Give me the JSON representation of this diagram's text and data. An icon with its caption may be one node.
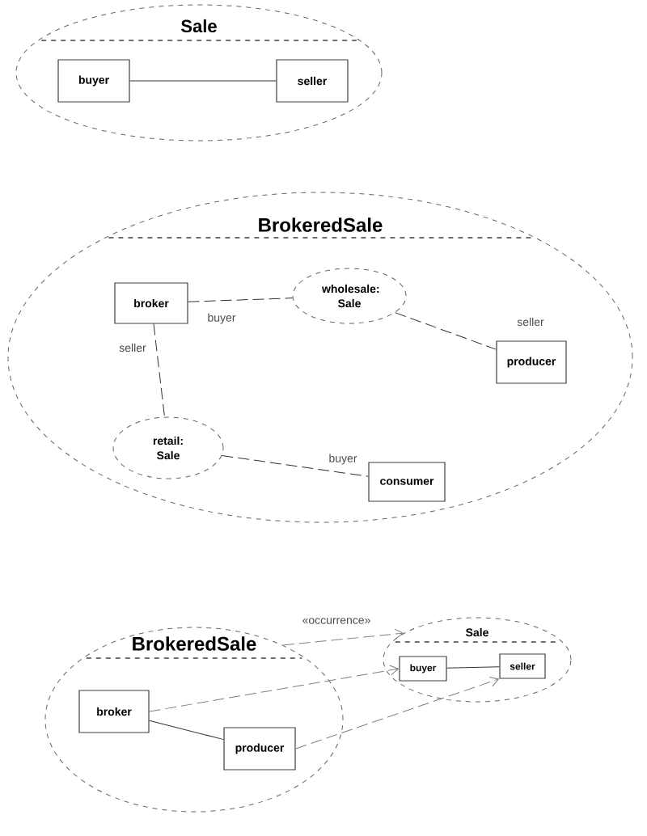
{
  "diagram": {
    "nodes": [
      {
        "text": [
          "Sale"
        ]
      },
      {
        "text": [
          "buyer"
        ],
        "in": 0
      },
      {
        "text": [
          "seller"
        ],
        "in": 0
      },
      {
        "text": [
          "BrokeredSale"
        ]
      },
      {
        "text": [
          "broker"
        ],
        "in": 3
      },
      {
        "text": [
          "wholesale: Sale"
        ],
        "in": 3
      },
      {
        "text": [
          "producer"
        ],
        "in": 3
      },
      {
        "text": [
          "retail: Sale"
        ],
        "in": 3
      },
      {
        "text": [
          "consumer"
        ],
        "in": 3
      },
      {
        "text": [
          "BrokeredSale"
        ]
      },
      {
        "text": [
          "broker"
        ],
        "in": 9
      },
      {
        "text": [
          "producer"
        ],
        "in": 9
      },
      {
        "text": [
          "Sale"
        ]
      },
      {
        "text": [
          "buyer"
        ],
        "in": 12
      },
      {
        "text": [
          "seller"
        ],
        "in": 12
      }
    ],
    "edges": [
      {
        "from": 1,
        "to": 2,
        "arrow": "none"
      },
      {
        "from": 4,
        "to": 5,
        "arrow": "none",
        "label": "buyer",
        "style": "dashed"
      },
      {
        "from": 5,
        "to": 6,
        "arrow": "none",
        "label": "seller",
        "style": "dashed"
      },
      {
        "from": 4,
        "to": 7,
        "arrow": "none",
        "label": "seller",
        "style": "dashed"
      },
      {
        "from": 7,
        "to": 8,
        "arrow": "none",
        "label": "buyer",
        "style": "dashed"
      },
      {
        "from": 10,
        "to": 11,
        "arrow": "none"
      },
      {
        "from": 13,
        "to": 14,
        "arrow": "none"
      },
      {
        "from": 9,
        "to": 12,
        "arrow": "to",
        "label": "«occurrence»",
        "style": "dashed",
        "color": "#808080"
      },
      {
        "from": 10,
        "to": 13,
        "arrow": "to",
        "style": "dashed",
        "color": "#808080"
      },
      {
        "from": 11,
        "to": 14,
        "arrow": "to",
        "style": "dashed",
        "color": "#808080"
      }
    ]
  }
}
